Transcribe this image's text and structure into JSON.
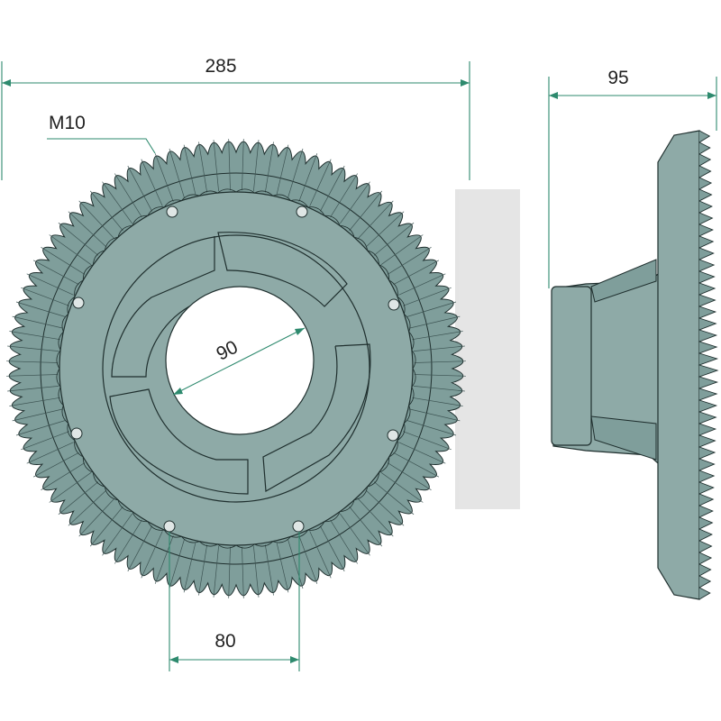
{
  "dimensions": {
    "overall_diameter": "285",
    "width": "95",
    "bore": "90",
    "bolt_spacing": "80",
    "thread": "M10"
  },
  "colors": {
    "part_fill": "#8eaaa7",
    "part_dark": "#6f8f8c",
    "outline": "#1f2f2e",
    "dimension_line": "#2e8a6e",
    "watermark": "#d9d9d9"
  }
}
